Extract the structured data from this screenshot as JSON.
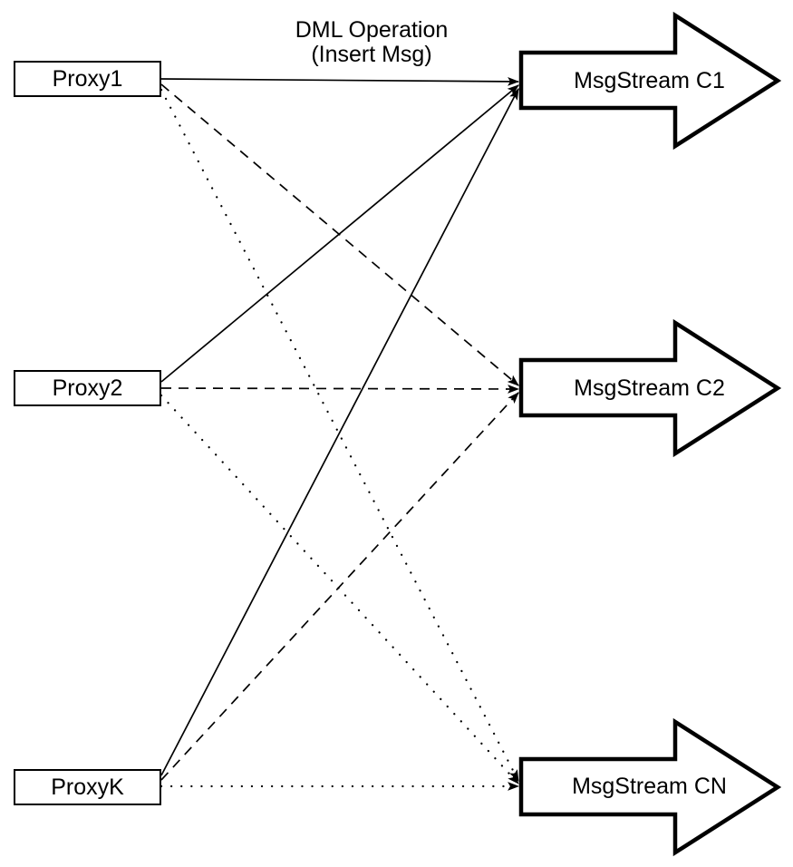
{
  "diagram": {
    "annotation": {
      "line1": "DML Operation",
      "line2": "(Insert Msg)"
    },
    "proxies": [
      {
        "label": "Proxy1"
      },
      {
        "label": "Proxy2"
      },
      {
        "label": "ProxyK"
      }
    ],
    "streams": [
      {
        "label": "MsgStream C1"
      },
      {
        "label": "MsgStream C2"
      },
      {
        "label": "MsgStream CN"
      }
    ],
    "edges": [
      {
        "from": "Proxy1",
        "to": "MsgStream C1",
        "style": "solid"
      },
      {
        "from": "Proxy1",
        "to": "MsgStream C2",
        "style": "dashed"
      },
      {
        "from": "Proxy1",
        "to": "MsgStream CN",
        "style": "dotted"
      },
      {
        "from": "Proxy2",
        "to": "MsgStream C1",
        "style": "solid"
      },
      {
        "from": "Proxy2",
        "to": "MsgStream C2",
        "style": "dashed"
      },
      {
        "from": "Proxy2",
        "to": "MsgStream CN",
        "style": "dotted"
      },
      {
        "from": "ProxyK",
        "to": "MsgStream C1",
        "style": "solid"
      },
      {
        "from": "ProxyK",
        "to": "MsgStream C2",
        "style": "dashed"
      },
      {
        "from": "ProxyK",
        "to": "MsgStream CN",
        "style": "dotted"
      }
    ],
    "colors": {
      "stroke": "#000000",
      "fill": "#ffffff",
      "background": "#ffffff"
    }
  }
}
